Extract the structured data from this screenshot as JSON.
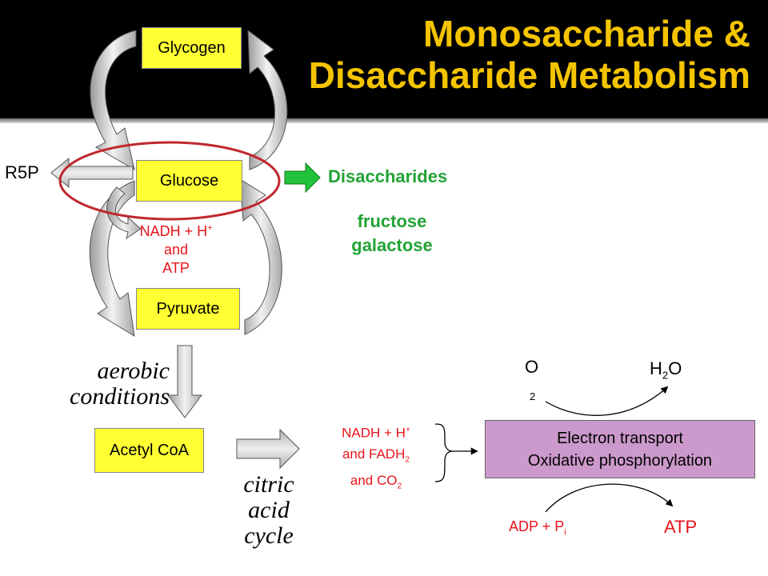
{
  "title": {
    "line1": "Monosaccharide &",
    "line2": "Disaccharide Metabolism"
  },
  "boxes": {
    "glycogen": "Glycogen",
    "glucose": "Glucose",
    "pyruvate": "Pyruvate",
    "acetyl_coa": "Acetyl CoA",
    "electron_transport_line1": "Electron transport",
    "electron_transport_line2": "Oxidative phosphorylation"
  },
  "labels": {
    "r5p": "R5P",
    "disaccharides": "Disaccharides",
    "fructose": "fructose",
    "galactose": "galactose",
    "glycolysis_products": {
      "nadh": "NADH + H",
      "plus": "+",
      "and": "and",
      "atp": "ATP"
    },
    "aerobic": "aerobic",
    "conditions": "conditions",
    "citric": "citric",
    "acid": "acid",
    "cycle": "cycle",
    "tca_products": {
      "nadh": "NADH + H",
      "plus": "+",
      "and_fadh": "and FADH",
      "sub2": "2",
      "and_co": "and CO",
      "co_sub2": "2"
    },
    "oxygen": {
      "o": "O",
      "sub2": "2"
    },
    "water": {
      "h": "H",
      "sub2": "2",
      "o": "O"
    },
    "adp": {
      "text": "ADP + P",
      "sub_i": "i"
    },
    "atp_out": "ATP"
  },
  "colors": {
    "title": "#f5c400",
    "box_yellow": "#ffff33",
    "box_purple": "#cc99cc",
    "red_text": "#e8141b",
    "green_text": "#22a336",
    "green_arrow": "#22c33a",
    "highlight_ellipse": "#c0282d"
  }
}
